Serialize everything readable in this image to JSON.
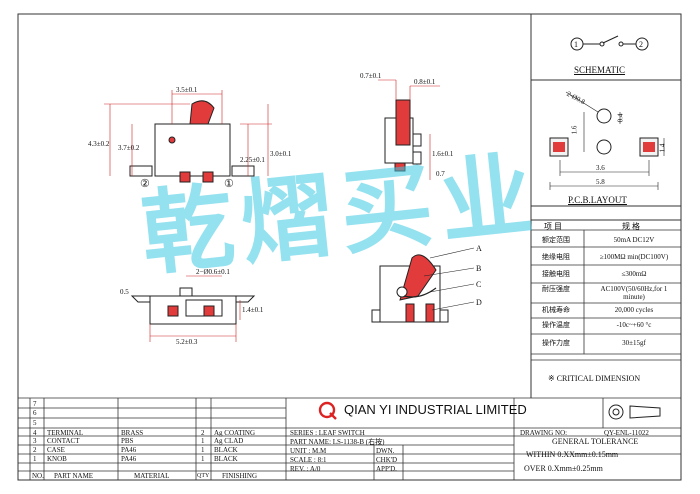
{
  "schematic": {
    "title": "SCHEMATIC",
    "pin1": "1",
    "pin2": "2"
  },
  "pcb": {
    "title": "P.C.B.LAYOUT",
    "dims": {
      "d1": "2-Ø0.8",
      "d2": "1.6",
      "d3": "0.4",
      "d4": "1.4",
      "d5": "3.6",
      "d6": "5.8"
    }
  },
  "front_view": {
    "dims": {
      "top": "3.5±0.1",
      "left_outer": "4.3±0.2",
      "left_inner": "3.7±0.2",
      "right_outer": "3.0±0.1",
      "right_inner": "2.25±0.1"
    },
    "pins": {
      "left": "②",
      "right": "①"
    }
  },
  "side_view": {
    "dims": {
      "top_left": "0.7±0.1",
      "top_right": "0.8±0.1",
      "right_1": "1.6±0.1",
      "right_2": "0.7"
    }
  },
  "bottom_view": {
    "dims": {
      "top": "2−Ø0.6±0.1",
      "left": "0.5",
      "right": "1.4±0.1",
      "bottom": "5.2±0.3"
    }
  },
  "detail_labels": [
    "A",
    "B",
    "C",
    "D"
  ],
  "spec_table": {
    "header": [
      "项 目",
      "规 格"
    ],
    "rows": [
      [
        "额定范围",
        "50mA DC12V"
      ],
      [
        "绝缘电阻",
        "≥100MΩ min(DC100V)"
      ],
      [
        "接触电阻",
        "≤300mΩ"
      ],
      [
        "耐压强度",
        "AC100V(50/60Hz,for 1 minute)"
      ],
      [
        "机械寿命",
        "20,000 cycles"
      ],
      [
        "操作温度",
        "-10c~+60 °c"
      ],
      [
        "操作力度",
        "30±15gf"
      ]
    ]
  },
  "critical_note": "※ CRITICAL DIMENSION",
  "bom": {
    "rows": [
      {
        "no": "7",
        "name": "",
        "material": "",
        "qty": "",
        "finishing": ""
      },
      {
        "no": "6",
        "name": "",
        "material": "",
        "qty": "",
        "finishing": ""
      },
      {
        "no": "5",
        "name": "",
        "material": "",
        "qty": "",
        "finishing": ""
      },
      {
        "no": "4",
        "name": "TERMINAL",
        "material": "BRASS",
        "qty": "2",
        "finishing": "Ag COATING"
      },
      {
        "no": "3",
        "name": "CONTACT",
        "material": "PBS",
        "qty": "1",
        "finishing": "Ag CLAD"
      },
      {
        "no": "2",
        "name": "CASE",
        "material": "PA46",
        "qty": "1",
        "finishing": "BLACK"
      },
      {
        "no": "1",
        "name": "KNOB",
        "material": "PA46",
        "qty": "1",
        "finishing": "BLACK"
      }
    ],
    "header": {
      "no": "NO.",
      "name": "PART NAME",
      "material": "MATERIAL",
      "qty": "QTY",
      "finishing": "FINISHING"
    }
  },
  "title_block": {
    "logo": "Q",
    "company": "QIAN YI INDUSTRIAL LIMITED",
    "drawing_no_label": "DRAWING NO:",
    "drawing_no": "QY-ENL-11022",
    "series": "SERIES : LEAF SWITCH",
    "part_name": "PART NAME: LS-1138-B (右按)",
    "unit": "UNIT : M.M",
    "scale": "SCALE : 8:1",
    "rev": "REV. : A/0",
    "dwn": "DWN.",
    "chkd": "CHK'D",
    "appd": "APP'D.",
    "gen_tol": "GENERAL TOLERANCE",
    "tol1": "WITHIN 0.XXmm±0.15mm",
    "tol2": "OVER  0.Xmm±0.25mm"
  },
  "watermark": "乾熠买业"
}
